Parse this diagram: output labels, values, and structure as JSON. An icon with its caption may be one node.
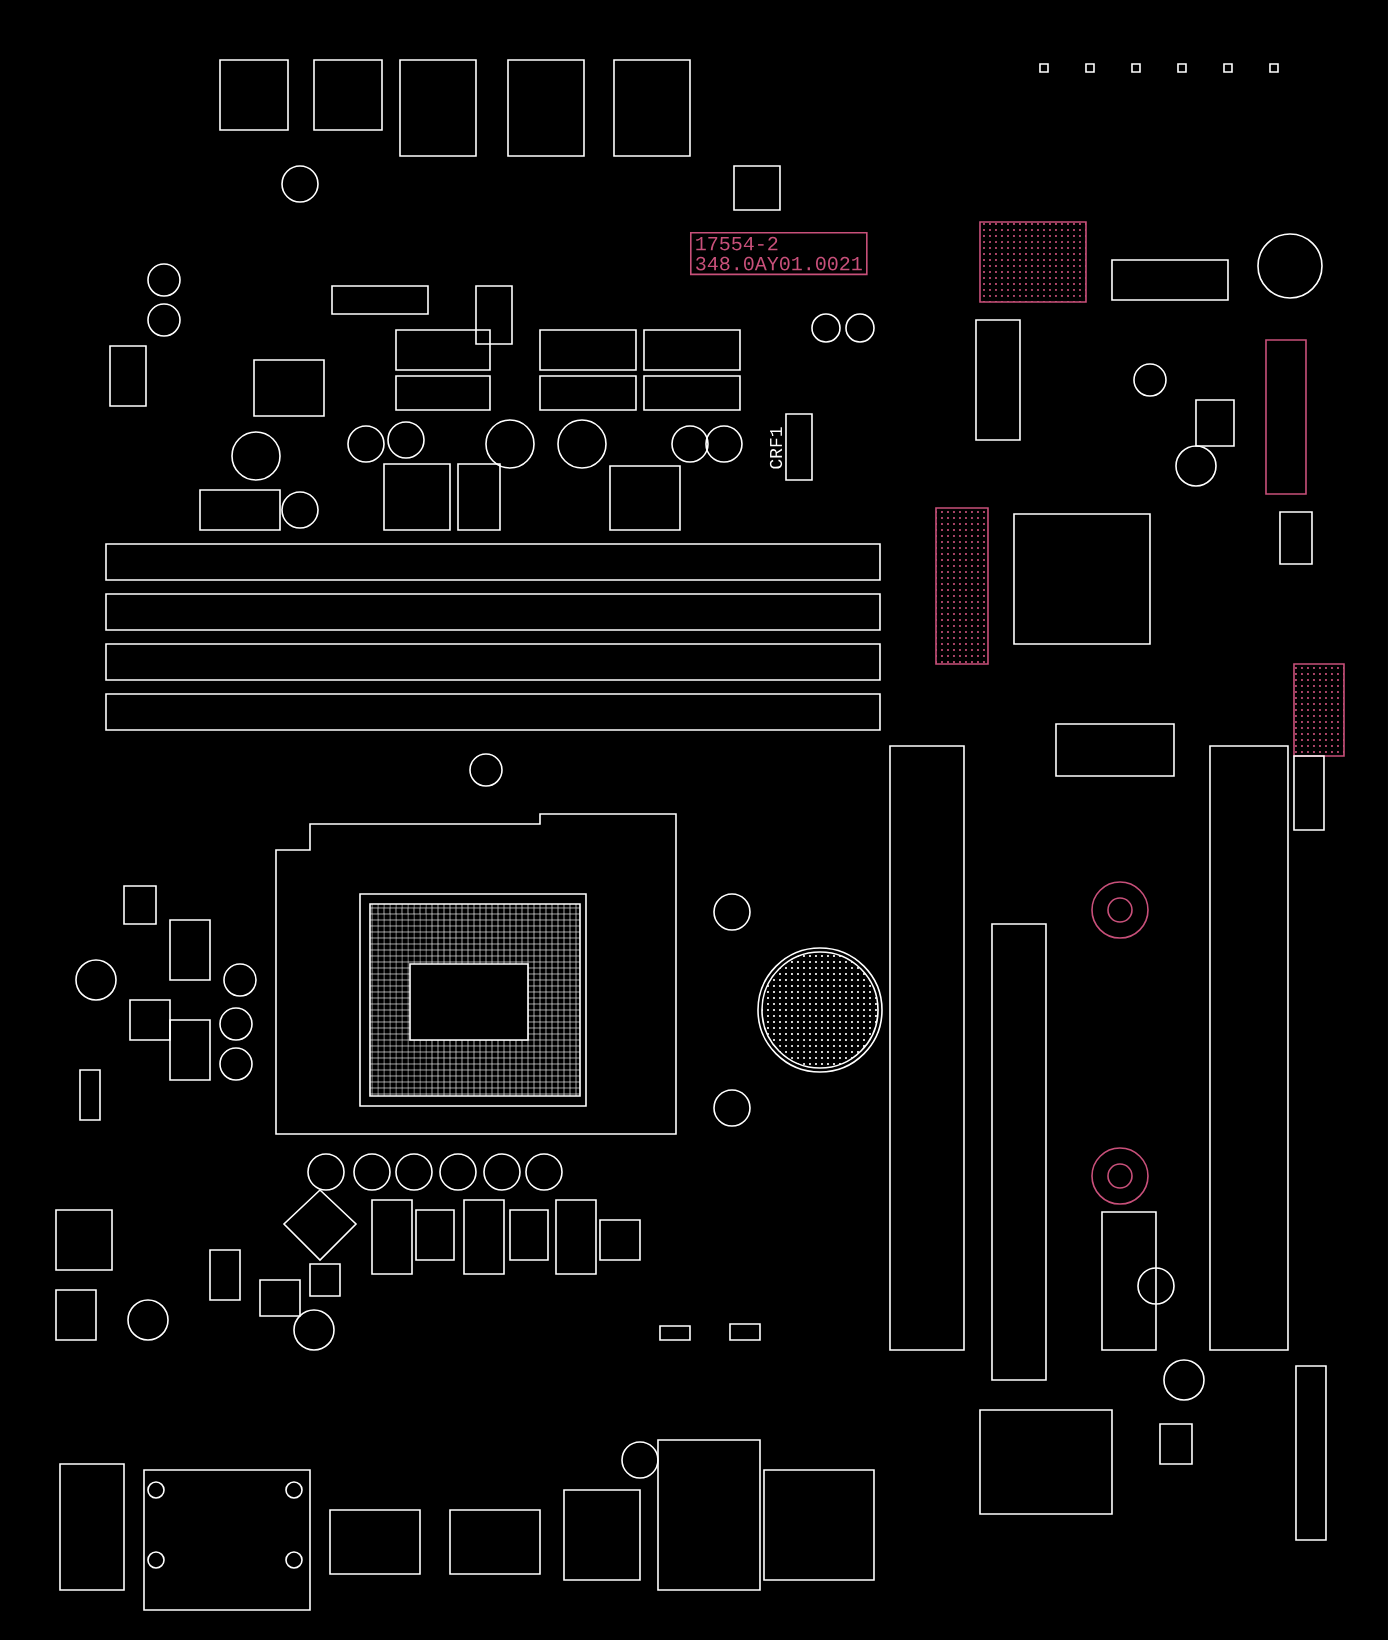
{
  "diagram": {
    "nodes": [
      {
        "text": [
          "17554-2",
          "348.0AY01.0021"
        ]
      }
    ],
    "labels": [
      "CRF1"
    ]
  }
}
